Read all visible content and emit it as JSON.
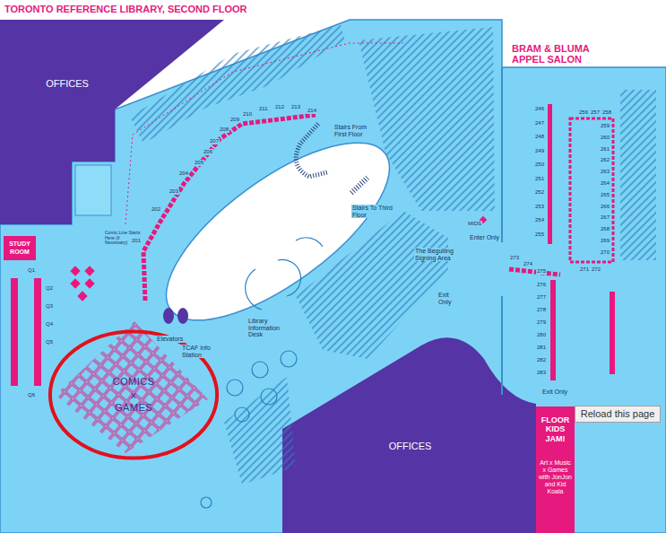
{
  "diagram": {
    "title": "TORONTO REFERENCE LIBRARY, SECOND FLOOR",
    "nodes": [
      {
        "text": [
          "OFFICES"
        ]
      },
      {
        "text": [
          "OFFICES"
        ]
      },
      {
        "text": [
          "STUDY ROOM"
        ]
      },
      {
        "text": [
          "COMICS x GAMES"
        ]
      },
      {
        "text": [
          "FLOOR KIDS JAM!",
          "Art x Music x Games with JonJon and Kid Koala"
        ]
      },
      {
        "text": [
          "Reload this page"
        ]
      }
    ],
    "labels": [
      "BRAM & BLUMA APPEL SALON",
      "Stairs From First Floor",
      "Stairs To Third Floor",
      "MIDS",
      "Enter Only",
      "The Beguiling Signing Area",
      "Exit Only",
      "Exit Only",
      "Elevators",
      "TCAF Info Station",
      "Library Information Desk",
      "Comic Line Starts Here (if Necessary)",
      "201",
      "202",
      "203",
      "204",
      "205",
      "206",
      "207",
      "208",
      "209",
      "210",
      "211",
      "212",
      "213",
      "214",
      "246",
      "247",
      "248",
      "249",
      "250",
      "251",
      "252",
      "253",
      "254",
      "255",
      "256",
      "257",
      "258",
      "259",
      "260",
      "261",
      "262",
      "263",
      "264",
      "265",
      "266",
      "267",
      "268",
      "269",
      "270",
      "271",
      "272",
      "273",
      "274",
      "275",
      "276",
      "277",
      "278",
      "279",
      "280",
      "281",
      "282",
      "283",
      "Q1",
      "Q2",
      "Q3",
      "Q4",
      "Q5",
      "Q6"
    ]
  }
}
